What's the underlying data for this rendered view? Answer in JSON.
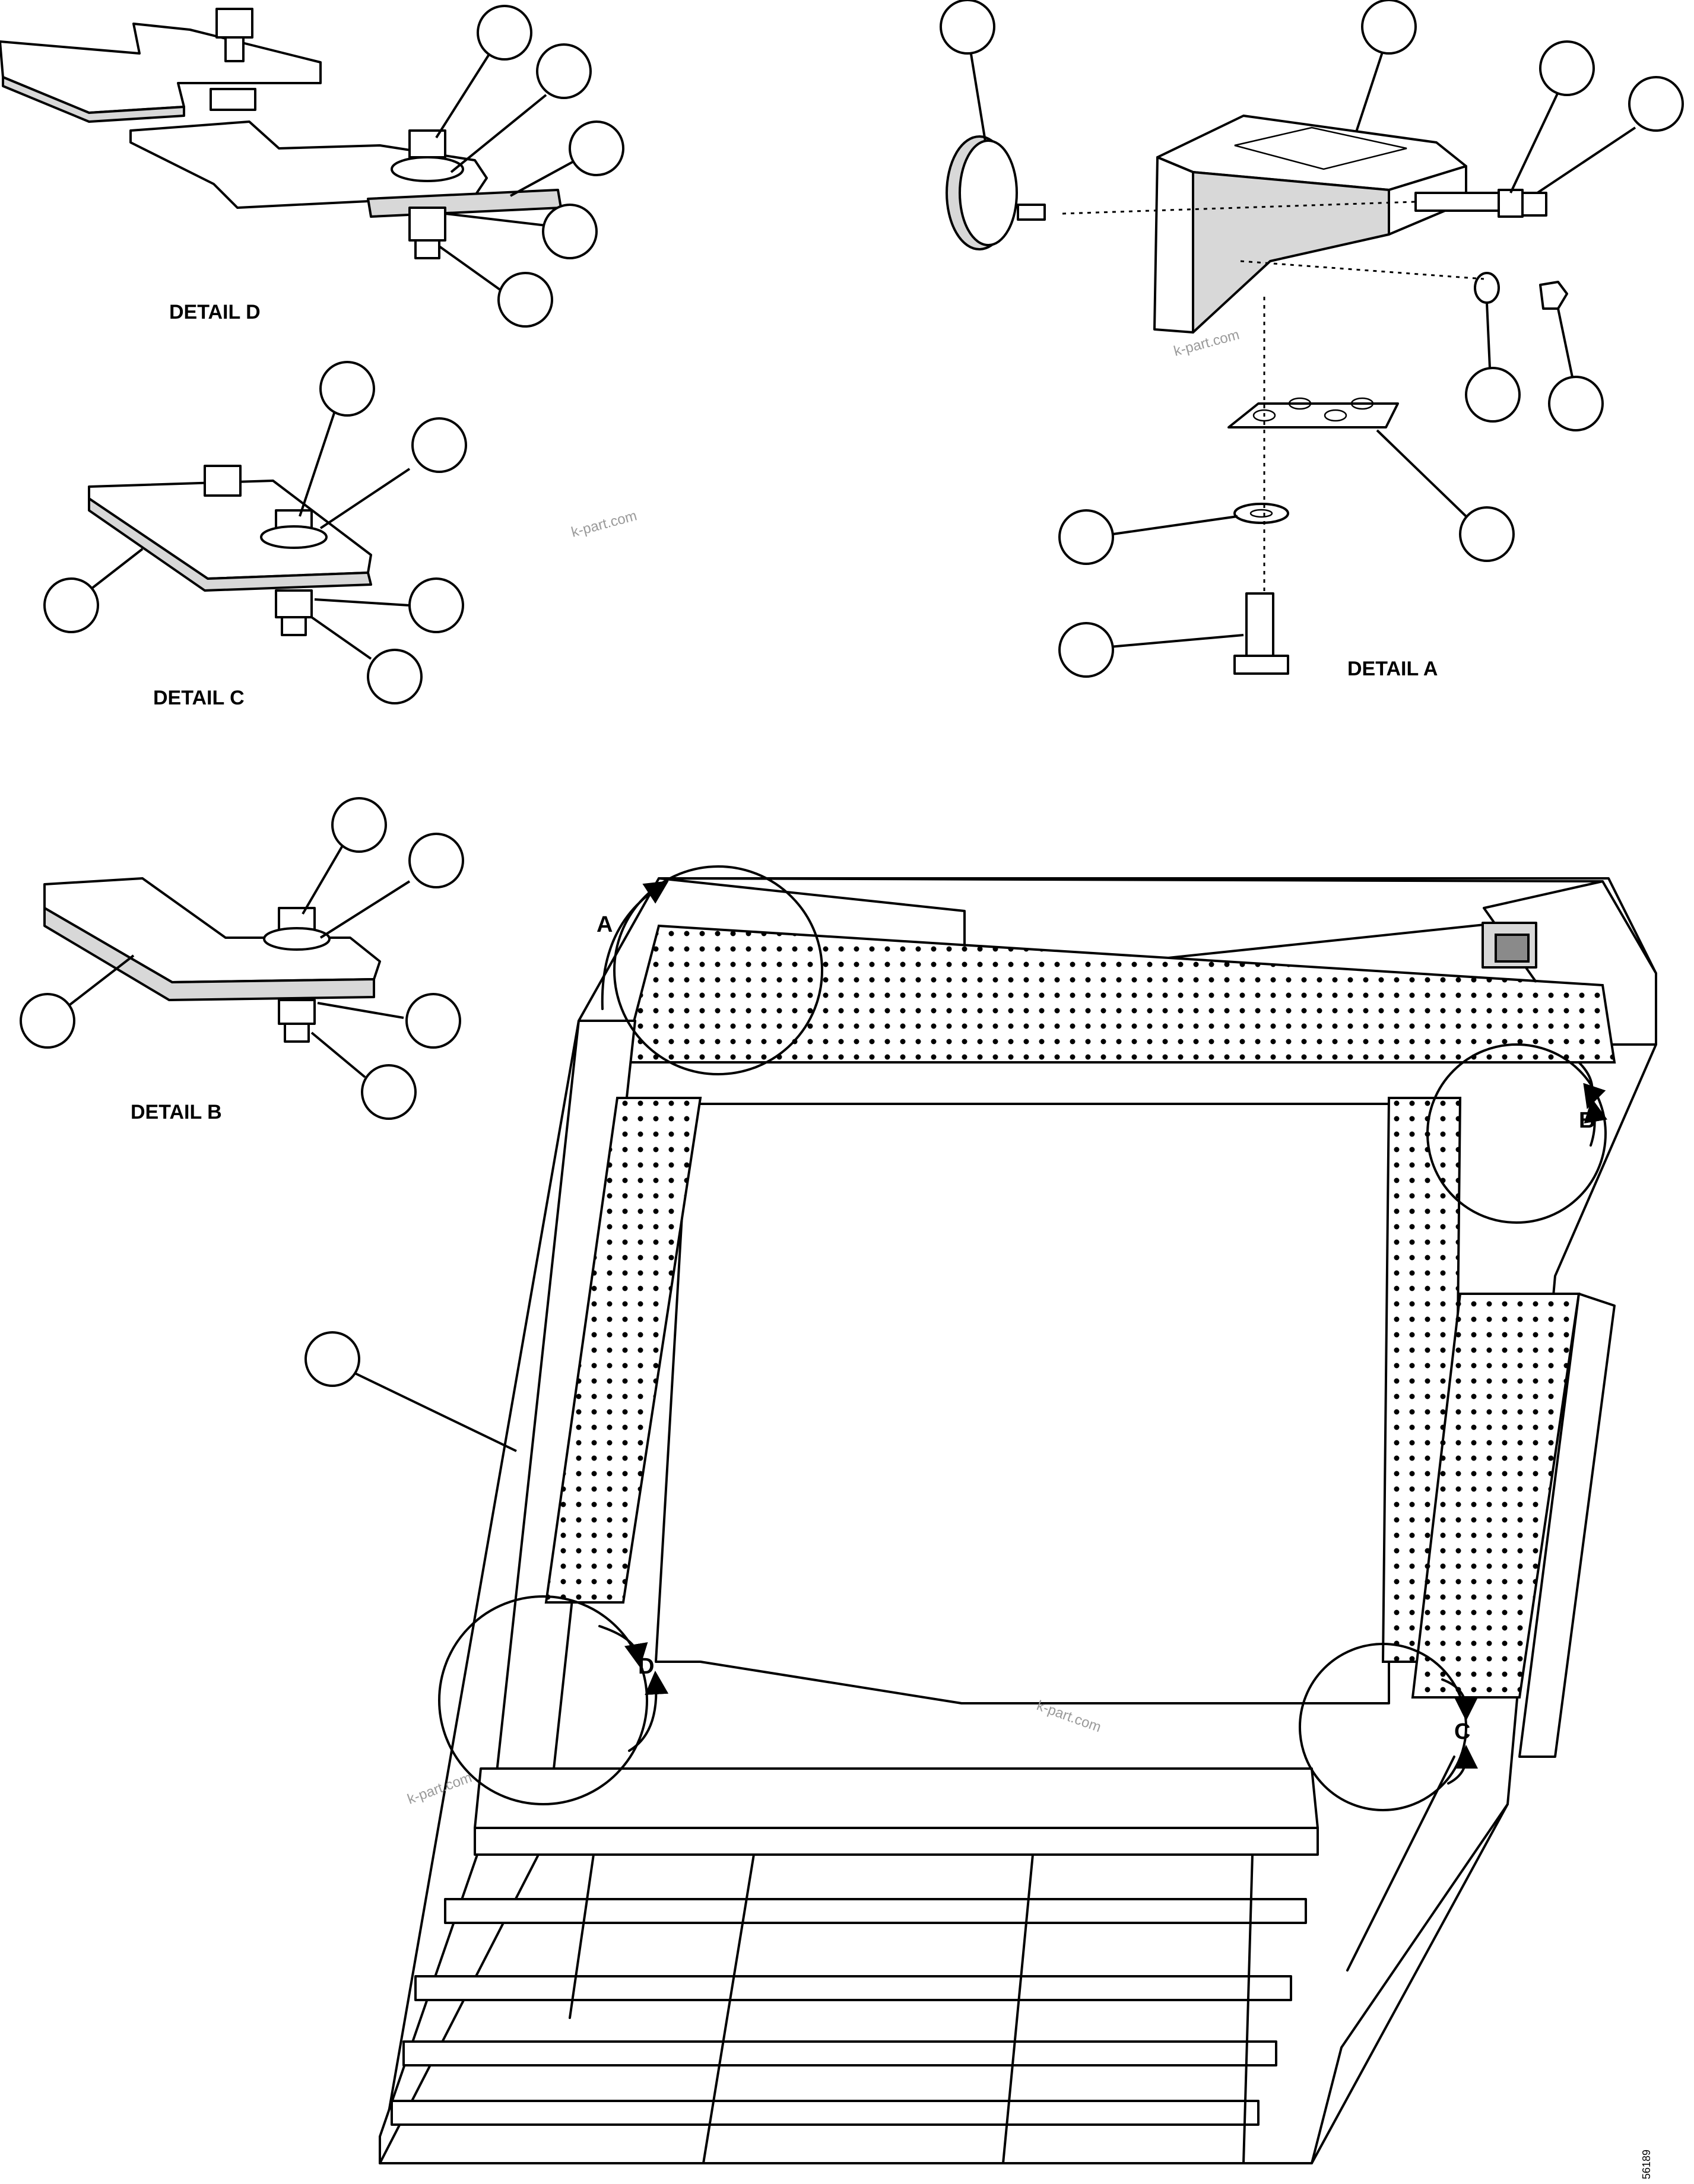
{
  "details": {
    "a": "DETAIL A",
    "b": "DETAIL B",
    "c": "DETAIL C",
    "d": "DETAIL D"
  },
  "callouts": {
    "a": "A",
    "b": "B",
    "c": "C",
    "d": "D"
  },
  "watermark": "k-part.com",
  "figure_number": "56189"
}
